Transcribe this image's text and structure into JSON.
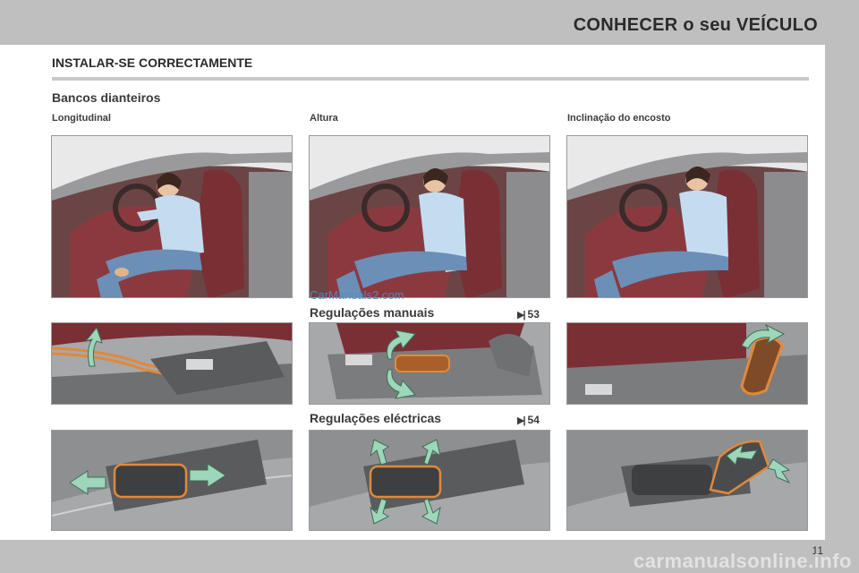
{
  "header": {
    "chapter_title": "CONHECER o seu VEÍCULO"
  },
  "section": {
    "title": "INSTALAR-SE CORRECTAMENTE",
    "subtitle": "Bancos dianteiros"
  },
  "columns": {
    "longitudinal": "Longitudinal",
    "height": "Altura",
    "recline": "Inclinação do encosto"
  },
  "rows": {
    "manual": {
      "title": "Regulações manuais",
      "page_ref": "53"
    },
    "electric": {
      "title": "Regulações eléctricas",
      "page_ref": "54"
    }
  },
  "watermark": "CarManuals2.com",
  "footer": {
    "page_number": "11",
    "watermark": "carmanualsonline.info"
  },
  "colors": {
    "seat_red": "#7a2f35",
    "arrow_green": "#9dd6b9",
    "highlight_orange": "#e0893a",
    "shirt_blue": "#b9d4ec"
  }
}
